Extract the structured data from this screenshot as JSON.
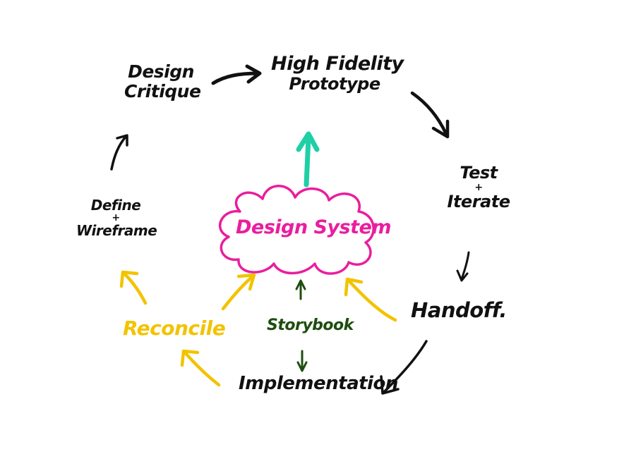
{
  "colors": {
    "ink": "#111111",
    "cloud": "#e91e9e",
    "teal": "#1fcfa6",
    "yellow": "#f2c300",
    "green": "#1e4d0f"
  },
  "nodes": {
    "design_critique": {
      "line1": "Design",
      "line2": "Critique"
    },
    "high_fidelity_prototype": {
      "line1": "High Fidelity",
      "line2": "Prototype"
    },
    "test_iterate": {
      "line1": "Test",
      "plus": "+",
      "line2": "Iterate"
    },
    "handoff": {
      "label": "Handoff."
    },
    "implementation": {
      "label": "Implementation"
    },
    "define_wireframe": {
      "line1": "Define",
      "plus": "+",
      "line2": "Wireframe"
    },
    "reconcile": {
      "label": "Reconcile"
    },
    "storybook": {
      "label": "Storybook"
    },
    "design_system": {
      "label": "Design System"
    }
  }
}
